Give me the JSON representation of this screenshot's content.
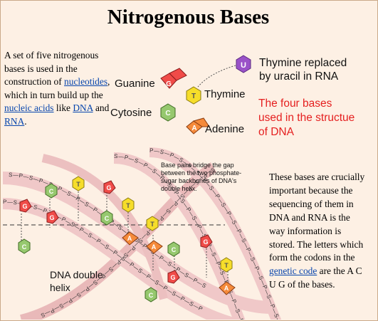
{
  "title": "Nitrogenous Bases",
  "intro": {
    "before_nucleotides": "A set of five nitrogenous bases is used in the construction of ",
    "nucleotides_link": "nucleotides",
    "before_nucleic": ", which in turn build up the ",
    "nucleic_acids_link": "nucleic acids",
    "like": " like ",
    "dna_link": "DNA",
    "and": " and ",
    "rna_link": "RNA",
    "end": "."
  },
  "description": {
    "before_link": "These bases are crucially important because the sequencing of them in DNA and RNA is the way information is stored. The letters which form the codons in the ",
    "genetic_code_link": "genetic code",
    "after_link": " are the A C U G of the bases."
  },
  "diagram": {
    "uracil_caption_line1": "Thymine replaced",
    "uracil_caption_line2": "by uracil in RNA",
    "red_caption_line1": "The four bases",
    "red_caption_line2": "used in the structue",
    "red_caption_line3": "of DNA",
    "label_guanine": "Guanine",
    "label_cytosine": "Cytosine",
    "label_thymine": "Thymine",
    "label_adenine": "Adenine",
    "base_letters": {
      "uracil": "U",
      "guanine": "G",
      "cytosine": "C",
      "thymine": "T",
      "adenine": "A"
    },
    "pair_note_line1": "Base pairs bridge the gap",
    "pair_note_line2": "between the two phosphate-",
    "pair_note_line3": "sugar backbones of DNA's",
    "pair_note_line4": "double helix.",
    "helix_label_line1": "DNA double",
    "helix_label_line2": "helix",
    "backbone_sp": "S—P—S—P—S—P—S—P—S—P—S—P—S—P—S—P—S—P—S—P—S—P—S",
    "backbone_ps": "P—S—P—S—P—S—P—S—P—S—P—S—P—S—P—S—P—S—P—S—P—S—P"
  },
  "colors": {
    "background": "#fdf0e4",
    "guanine": "#f04b48",
    "cytosine": "#96c86e",
    "thymine": "#f6dd2a",
    "adenine": "#f58a3a",
    "uracil": "#9a52c8",
    "backbone": "#f0c8c8",
    "caption_red": "#e52020",
    "link": "#0645ad"
  }
}
